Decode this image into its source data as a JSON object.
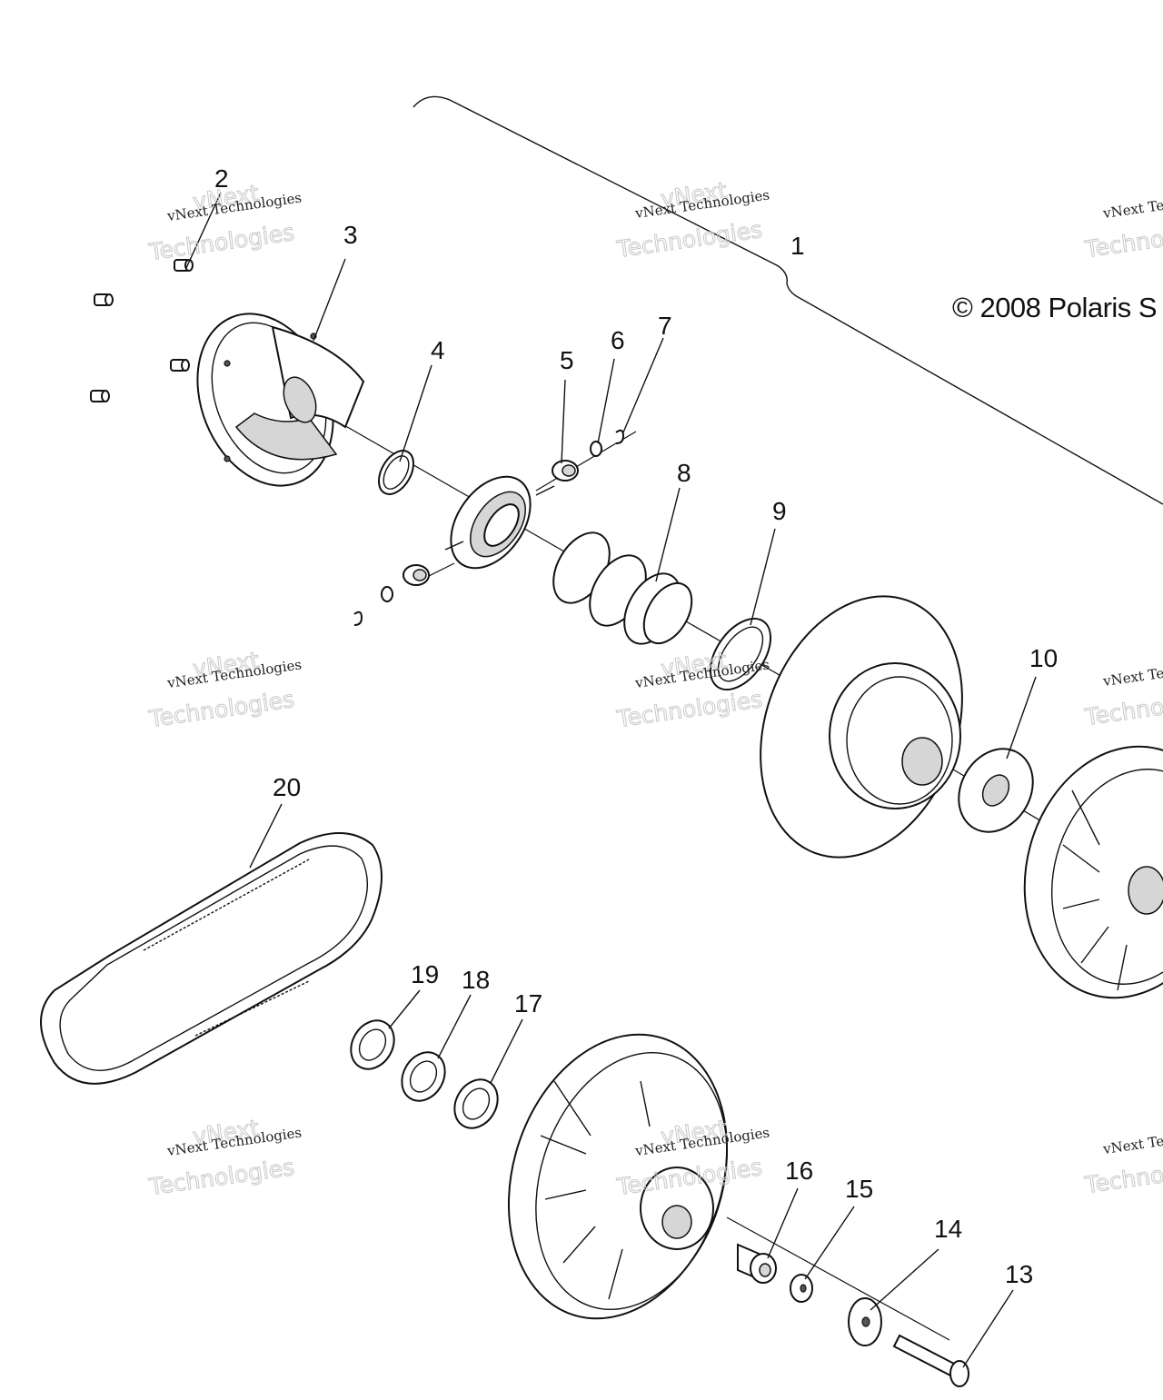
{
  "copyright": "© 2008 Polaris S",
  "watermark": {
    "line1": "vNext Technologies",
    "line2": "Technologies",
    "line3": "vNext"
  },
  "callouts": [
    "1",
    "2",
    "3",
    "4",
    "5",
    "6",
    "7",
    "8",
    "9",
    "10",
    "13",
    "14",
    "15",
    "16",
    "17",
    "18",
    "19",
    "20"
  ]
}
